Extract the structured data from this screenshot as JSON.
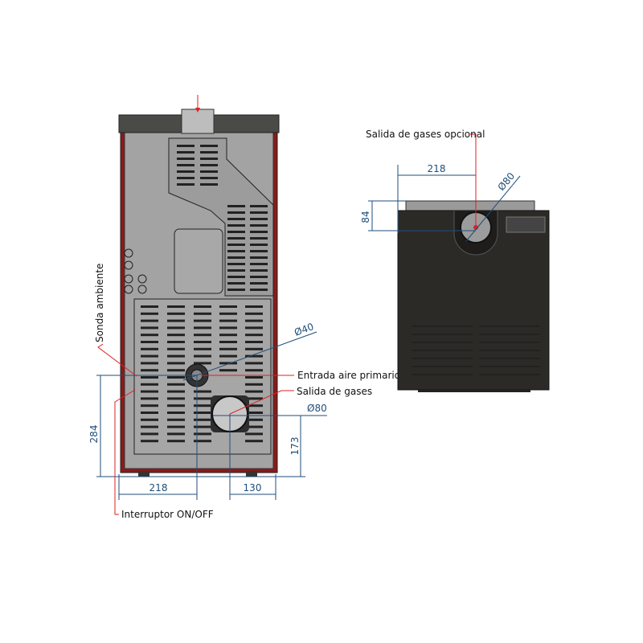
{
  "rear_view": {
    "labels": {
      "sonda": "Sonda ambiente",
      "entrada": "Entrada aire primario",
      "salida": "Salida de gases",
      "interruptor": "Interruptor ON/OFF"
    },
    "dimensions": {
      "d40": "Ø40",
      "d80": "Ø80",
      "h284": "284",
      "h173": "173",
      "w218": "218",
      "w130": "130"
    }
  },
  "top_view": {
    "labels": {
      "salida_opcional": "Salida de gases opcional"
    },
    "dimensions": {
      "w218": "218",
      "h84": "84",
      "d80": "Ø80"
    }
  },
  "colors": {
    "dimension": "#1f4e79",
    "leader": "#dd2222",
    "body": "#9a9a9a",
    "frame": "#8b1a1a",
    "top_body": "#2b2a27"
  }
}
